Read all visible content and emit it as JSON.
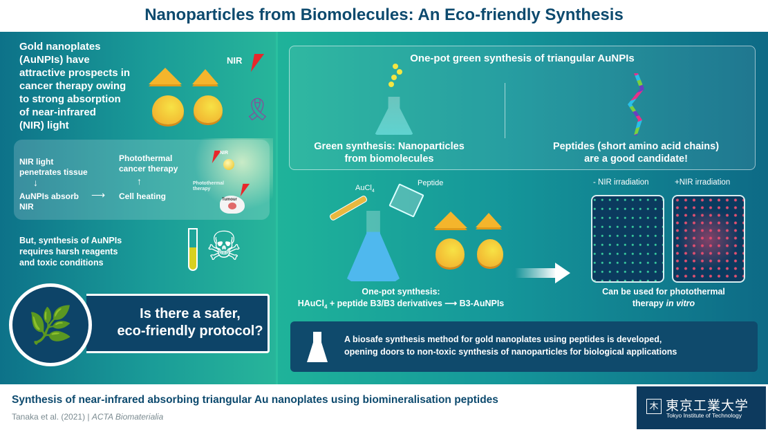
{
  "title": "Nanoparticles from Biomolecules: An Eco-friendly Synthesis",
  "left": {
    "intro": [
      "Gold nanoplates",
      "(AuNPIs) have",
      "attractive prospects in",
      "cancer therapy owing",
      "to strong absorption",
      "of near-infrared",
      "(NIR) light"
    ],
    "nir_label": "NIR",
    "flow": {
      "step1": [
        "NIR light",
        "penetrates tissue"
      ],
      "step2": [
        "AuNPIs absorb",
        "NIR"
      ],
      "step3": "Cell heating",
      "step4": [
        "Photothermal",
        "cancer therapy"
      ],
      "nir_small": "NIR",
      "pt_label": [
        "Photothermal",
        "therapy"
      ],
      "tumour": "Tumour"
    },
    "harsh": [
      "But, synthesis of AuNPIs",
      "requires harsh reagents",
      "and toxic conditions"
    ],
    "question": [
      "Is there a safer,",
      "eco-friendly protocol?"
    ]
  },
  "right": {
    "top_heading": "One-pot green synthesis of triangular AuNPIs",
    "green": [
      "Green synthesis: Nanoparticles",
      "from biomolecules"
    ],
    "peptides": [
      "Peptides (short amino acid chains)",
      "are a good candidate!"
    ],
    "aucl4": "AuCl",
    "aucl4_sub": "4",
    "peptide": "Peptide",
    "onepot_title": "One-pot synthesis:",
    "onepot_eq_a": "HAuCl",
    "onepot_eq_sub": "4",
    "onepot_eq_b": " + peptide B3/B3 derivatives ⟶ B3-AuNPIs",
    "minus_nir": "- NIR irradiation",
    "plus_nir": "+NIR irradiation",
    "photo_a": "Can be used for photothermal",
    "photo_b": "therapy ",
    "photo_italic": "in vitro",
    "conclusion": [
      "A biosafe synthesis method for gold nanoplates using peptides is developed,",
      "opening doors to non-toxic synthesis of nanoparticles for biological applications"
    ]
  },
  "footer": {
    "paper_title": "Synthesis of near-infrared absorbing triangular Au nanoplates using biomineralisation peptides",
    "authors": "Tanaka et al. (2021)",
    "sep": "|",
    "journal": "ACTA Biomaterialia",
    "logo_jp": "東京工業大学",
    "logo_en": "Tokyo Institute of Technology"
  },
  "colors": {
    "title": "#0d4a6e",
    "dark_box": "#0f4a6c",
    "gold": "#f4b52c",
    "alert": "#e8262b"
  }
}
